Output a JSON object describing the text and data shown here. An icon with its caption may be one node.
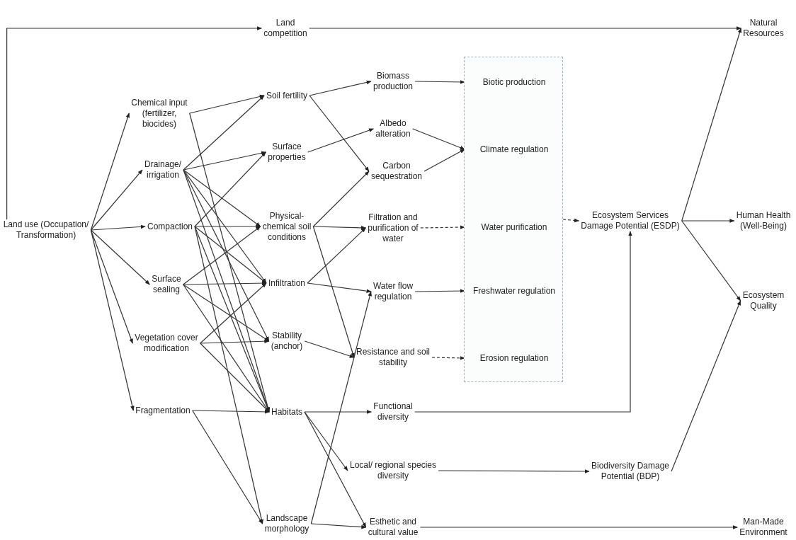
{
  "diagram": {
    "nodes": [
      {
        "text": [
          "Land use (Occupation/ Transformation)"
        ]
      },
      {
        "text": [
          "Land competition"
        ]
      },
      {
        "text": [
          "Natural Resources"
        ]
      },
      {
        "text": [
          "Chemical input (fertilizer, biocides)"
        ]
      },
      {
        "text": [
          "Drainage/ irrigation"
        ]
      },
      {
        "text": [
          "Compaction"
        ]
      },
      {
        "text": [
          "Surface sealing"
        ]
      },
      {
        "text": [
          "Vegetation cover modification"
        ]
      },
      {
        "text": [
          "Fragmentation"
        ]
      },
      {
        "text": [
          "Soil fertility"
        ]
      },
      {
        "text": [
          "Surface properties"
        ]
      },
      {
        "text": [
          "Physical-chemical soil conditions"
        ]
      },
      {
        "text": [
          "Infiltration"
        ]
      },
      {
        "text": [
          "Stability (anchor)"
        ]
      },
      {
        "text": [
          "Habitats"
        ]
      },
      {
        "text": [
          "Landscape morphology"
        ]
      },
      {
        "text": [
          "Biomass production"
        ]
      },
      {
        "text": [
          "Albedo alteration"
        ]
      },
      {
        "text": [
          "Carbon sequestration"
        ]
      },
      {
        "text": [
          "Filtration and purification of water"
        ]
      },
      {
        "text": [
          "Water flow regulation"
        ]
      },
      {
        "text": [
          "Resistance and soil stability"
        ]
      },
      {
        "text": [
          "Functional diversity"
        ]
      },
      {
        "text": [
          "Local/ regional species diversity"
        ]
      },
      {
        "text": [
          "Esthetic and cultural value"
        ]
      },
      {
        "text": [],
        "shape": "box"
      },
      {
        "text": [
          "Biotic production"
        ],
        "in": 25
      },
      {
        "text": [
          "Climate regulation"
        ],
        "in": 25
      },
      {
        "text": [
          "Water purification"
        ],
        "in": 25
      },
      {
        "text": [
          "Freshwater regulation"
        ],
        "in": 25
      },
      {
        "text": [
          "Erosion regulation"
        ],
        "in": 25
      },
      {
        "text": [
          "Ecosystem Services Damage Potential (ESDP)"
        ]
      },
      {
        "text": [
          "Biodiversity Damage Potential (BDP)"
        ]
      },
      {
        "text": [
          "Human Health (Well-Being)"
        ]
      },
      {
        "text": [
          "Ecosystem Quality"
        ]
      },
      {
        "text": [
          "Man-Made Environment"
        ]
      }
    ],
    "edges": [
      {
        "from": 0,
        "to": 1,
        "arrow": "to"
      },
      {
        "from": 1,
        "to": 2,
        "arrow": "to"
      },
      {
        "from": 0,
        "to": 3,
        "arrow": "to"
      },
      {
        "from": 0,
        "to": 4,
        "arrow": "to"
      },
      {
        "from": 0,
        "to": 5,
        "arrow": "to"
      },
      {
        "from": 0,
        "to": 6,
        "arrow": "to"
      },
      {
        "from": 0,
        "to": 7,
        "arrow": "to"
      },
      {
        "from": 0,
        "to": 8,
        "arrow": "to"
      },
      {
        "from": 3,
        "to": 9,
        "arrow": "to"
      },
      {
        "from": 3,
        "to": 14,
        "arrow": "to"
      },
      {
        "from": 4,
        "to": 9,
        "arrow": "to"
      },
      {
        "from": 4,
        "to": 10,
        "arrow": "to"
      },
      {
        "from": 4,
        "to": 11,
        "arrow": "to"
      },
      {
        "from": 4,
        "to": 12,
        "arrow": "to"
      },
      {
        "from": 4,
        "to": 13,
        "arrow": "to"
      },
      {
        "from": 4,
        "to": 14,
        "arrow": "to"
      },
      {
        "from": 5,
        "to": 10,
        "arrow": "to"
      },
      {
        "from": 5,
        "to": 11,
        "arrow": "to"
      },
      {
        "from": 5,
        "to": 12,
        "arrow": "to"
      },
      {
        "from": 5,
        "to": 14,
        "arrow": "to"
      },
      {
        "from": 5,
        "to": 15,
        "arrow": "to"
      },
      {
        "from": 6,
        "to": 11,
        "arrow": "to"
      },
      {
        "from": 6,
        "to": 12,
        "arrow": "to"
      },
      {
        "from": 6,
        "to": 13,
        "arrow": "to"
      },
      {
        "from": 6,
        "to": 14,
        "arrow": "to"
      },
      {
        "from": 7,
        "to": 12,
        "arrow": "to"
      },
      {
        "from": 7,
        "to": 13,
        "arrow": "to"
      },
      {
        "from": 7,
        "to": 14,
        "arrow": "to"
      },
      {
        "from": 8,
        "to": 14,
        "arrow": "to"
      },
      {
        "from": 8,
        "to": 15,
        "arrow": "to"
      },
      {
        "from": 9,
        "to": 16,
        "arrow": "to"
      },
      {
        "from": 9,
        "to": 18,
        "arrow": "to"
      },
      {
        "from": 10,
        "to": 17,
        "arrow": "to"
      },
      {
        "from": 11,
        "to": 18,
        "arrow": "to"
      },
      {
        "from": 11,
        "to": 19,
        "arrow": "to"
      },
      {
        "from": 11,
        "to": 21,
        "arrow": "to"
      },
      {
        "from": 12,
        "to": 19,
        "arrow": "to"
      },
      {
        "from": 12,
        "to": 20,
        "arrow": "to"
      },
      {
        "from": 13,
        "to": 21,
        "arrow": "to"
      },
      {
        "from": 14,
        "to": 22,
        "arrow": "to"
      },
      {
        "from": 14,
        "to": 23,
        "arrow": "to"
      },
      {
        "from": 14,
        "to": 24,
        "arrow": "to"
      },
      {
        "from": 15,
        "to": 20,
        "arrow": "to"
      },
      {
        "from": 15,
        "to": 24,
        "arrow": "to"
      },
      {
        "from": 16,
        "to": 26,
        "arrow": "to"
      },
      {
        "from": 17,
        "to": 27,
        "arrow": "to"
      },
      {
        "from": 18,
        "to": 27,
        "arrow": "to"
      },
      {
        "from": 19,
        "to": 28,
        "arrow": "to",
        "style": "dashed"
      },
      {
        "from": 20,
        "to": 29,
        "arrow": "to"
      },
      {
        "from": 21,
        "to": 30,
        "arrow": "to",
        "style": "dashed"
      },
      {
        "from": 25,
        "to": 31,
        "arrow": "to",
        "style": "dashed"
      },
      {
        "from": 22,
        "to": 31,
        "arrow": "to"
      },
      {
        "from": 23,
        "to": 32,
        "arrow": "to"
      },
      {
        "from": 31,
        "to": 2,
        "arrow": "to"
      },
      {
        "from": 31,
        "to": 33,
        "arrow": "to"
      },
      {
        "from": 31,
        "to": 34,
        "arrow": "to"
      },
      {
        "from": 32,
        "to": 34,
        "arrow": "to"
      },
      {
        "from": 24,
        "to": 35,
        "arrow": "to"
      }
    ]
  }
}
